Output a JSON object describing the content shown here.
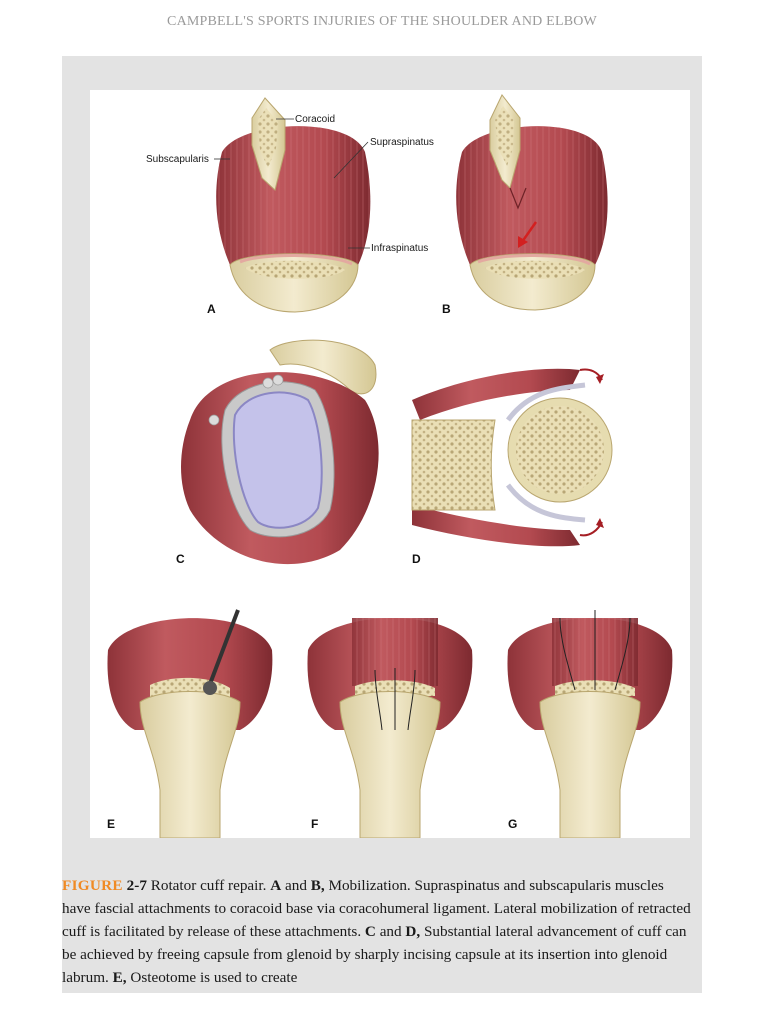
{
  "header": {
    "running_title": "CAMPBELL'S SPORTS INJURIES OF THE SHOULDER AND ELBOW"
  },
  "figure": {
    "labels": {
      "coracoid": "Coracoid",
      "supraspinatus": "Supraspinatus",
      "subscapularis": "Subscapularis",
      "infraspinatus": "Infraspinatus"
    },
    "panels": [
      "A",
      "B",
      "C",
      "D",
      "E",
      "F",
      "G"
    ]
  },
  "caption": {
    "figure_word": "FIGURE",
    "figure_number": "2-7",
    "title": " Rotator cuff repair. ",
    "a": "A",
    "and1": " and ",
    "b": "B,",
    "text1": " Mobilization. Supraspinatus and subscapularis muscles have fascial attachments to coracoid base via coracohumeral ligament. Lateral mobilization of retracted cuff is facilitated by release of these attachments. ",
    "c": "C",
    "and2": " and ",
    "d": "D,",
    "text2": " Substantial lateral advancement of cuff can be achieved by freeing capsule from glenoid by sharply incising capsule at its insertion into glenoid labrum. ",
    "e": "E,",
    "text3": " Osteotome is used to create"
  },
  "colors": {
    "accent": "#f08a24",
    "muscle": "#b24a4f",
    "bone": "#ede2bd",
    "panel_bg": "#e3e3e3"
  }
}
